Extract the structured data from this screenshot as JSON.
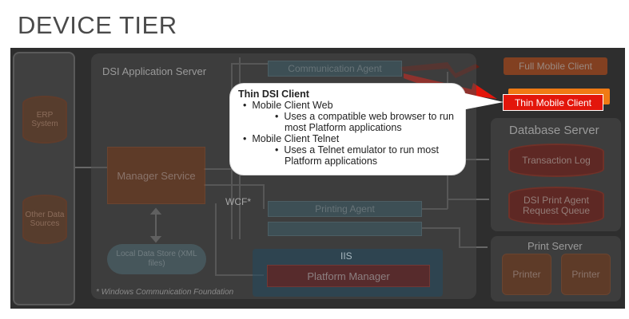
{
  "title": "DEVICE TIER",
  "left_panel": {
    "erp": "ERP System",
    "other": "Other Data Sources"
  },
  "app_server": {
    "label": "DSI Application Server",
    "communication_agent": "Communication Agent",
    "manager_service": "Manager Service",
    "wcf": "WCF*",
    "printing_agent": "Printing Agent",
    "local_data_store": "Local Data Store (XML files)",
    "iis": "IIS",
    "platform_manager": "Platform Manager",
    "footnote": "* Windows Communication Foundation"
  },
  "clients": {
    "full": "Full Mobile Client",
    "thin": "Thin Mobile Client"
  },
  "database_server": {
    "label": "Database Server",
    "transaction_log": "Transaction Log",
    "print_queue": "DSI Print Agent Request Queue"
  },
  "print_server": {
    "label": "Print Server",
    "printer1": "Printer",
    "printer2": "Printer"
  },
  "callout": {
    "heading": "Thin DSI Client",
    "item1": "Mobile Client Web",
    "item1_sub": "Uses a compatible web browser to run most Platform applications",
    "item2": "Mobile Client Telnet",
    "item2_sub": "Uses a Telnet emulator to run most Platform applications"
  },
  "colors": {
    "accent_red": "#e3160b",
    "accent_orange": "#f07a14"
  }
}
